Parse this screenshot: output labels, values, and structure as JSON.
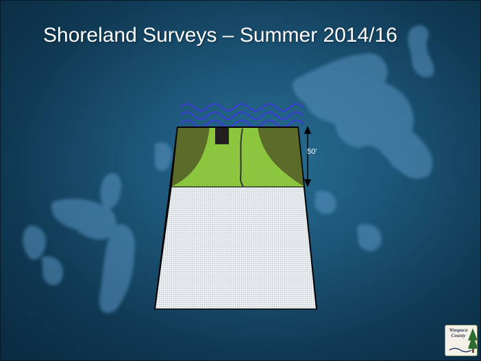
{
  "slide": {
    "title": "Shoreland Surveys – Summer 2014/16"
  },
  "diagram": {
    "dimension_label": "50′"
  },
  "logo": {
    "text_line1": "Waupaca",
    "text_line2": "County"
  },
  "colors": {
    "background": "#1c5577",
    "upland_green": "#8cc63f",
    "buffer_dark_green": "#5a6b2a",
    "house": "#231f20",
    "water_waves": "#3b3bd6",
    "title_text": "#ffffff"
  }
}
